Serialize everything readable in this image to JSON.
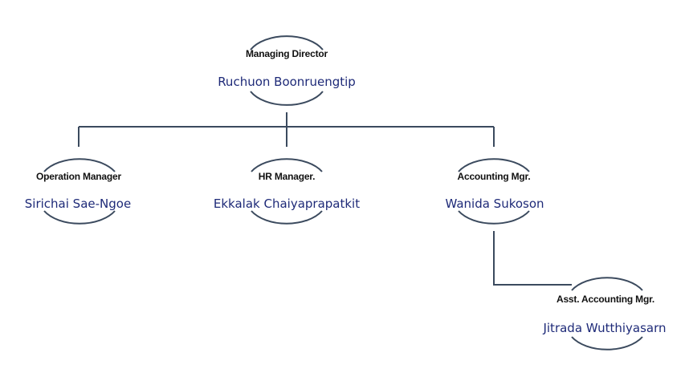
{
  "nodes": [
    {
      "id": "md",
      "role": "Managing Director",
      "name": "Ruchuon Boonruengtip"
    },
    {
      "id": "om",
      "role": "Operation Manager",
      "name": "Sirichai Sae-Ngoe"
    },
    {
      "id": "hr",
      "role": "HR Manager.",
      "name": "Ekkalak Chaiyaprapatkit"
    },
    {
      "id": "acc",
      "role": "Accounting Mgr.",
      "name": "Wanida Sukoson"
    },
    {
      "id": "aacc",
      "role": "Asst. Accounting Mgr.",
      "name": "Jitrada Wutthiyasarn"
    }
  ],
  "edges": [
    {
      "from": "md",
      "to": "om"
    },
    {
      "from": "md",
      "to": "hr"
    },
    {
      "from": "md",
      "to": "acc"
    },
    {
      "from": "acc",
      "to": "aacc"
    }
  ],
  "colors": {
    "connector": "#3b4a5e",
    "role_text": "#111111",
    "name_text": "#1e2a78",
    "background": "#ffffff"
  }
}
